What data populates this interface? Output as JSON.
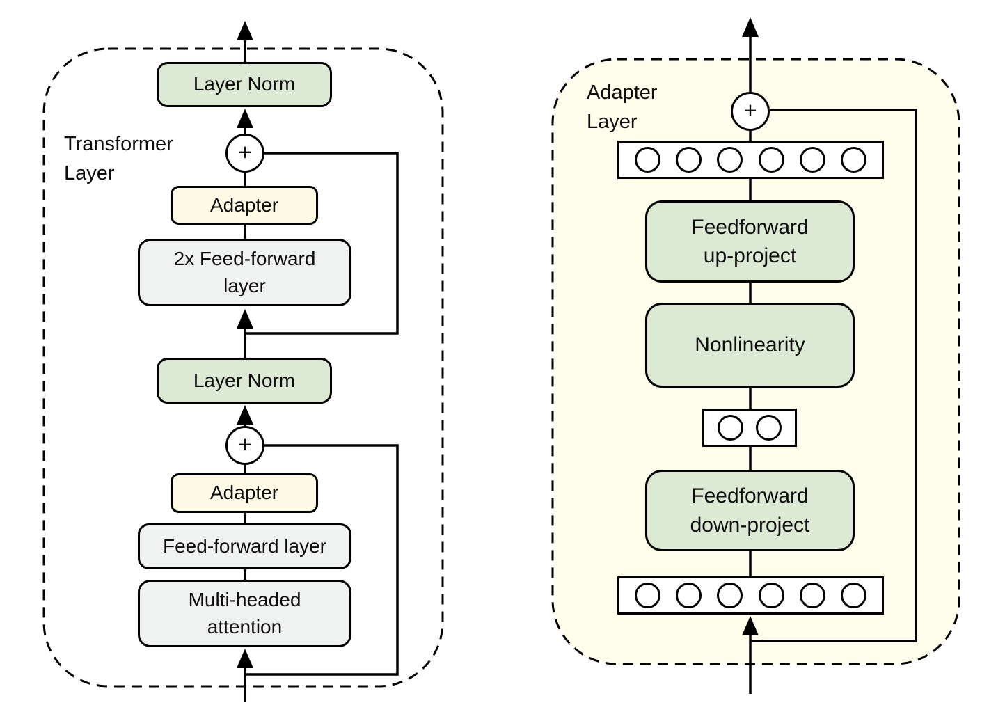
{
  "left_panel": {
    "label": "Transformer\nLayer",
    "nodes": {
      "layer_norm_top": "Layer Norm",
      "plus_top": "+",
      "adapter_top": "Adapter",
      "feed_forward_2x": "2x Feed-forward\nlayer",
      "layer_norm_bottom": "Layer Norm",
      "plus_bottom": "+",
      "adapter_bottom": "Adapter",
      "feed_forward": "Feed-forward layer",
      "multi_head_attention": "Multi-headed\nattention"
    }
  },
  "right_panel": {
    "label": "Adapter\nLayer",
    "nodes": {
      "plus": "+",
      "feedforward_up_project": "Feedforward\nup-project",
      "nonlinearity": "Nonlinearity",
      "feedforward_down_project": "Feedforward\ndown-project"
    },
    "feature_rows": {
      "top_count": 6,
      "bottleneck_count": 2,
      "bottom_count": 6
    }
  },
  "colors": {
    "box-green": "#dbe9d5",
    "box-cream": "#fdfbe6",
    "box-gray": "#f0f1f1",
    "panel-cream": "#fffdec",
    "stroke": "#000000"
  }
}
